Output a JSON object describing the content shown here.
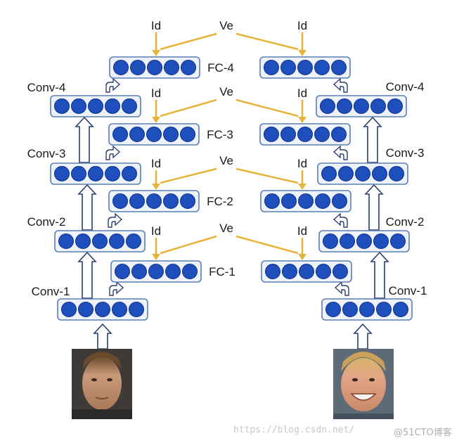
{
  "colors": {
    "node": "#1f4fbd",
    "node_stroke": "#0e2f86",
    "box_stroke": "#5a7fb5",
    "box_fill": "#eef3fb",
    "yellow": "#e8b33a",
    "arrow_stroke": "#2a3f6e",
    "label": "#1a1a1a"
  },
  "icons": {
    "up_arrow": "hollow-up-arrow-icon",
    "curved_arrow": "hollow-curved-arrow-icon"
  },
  "labels": {
    "id": "Id",
    "ve": "Ve",
    "fc": [
      "FC-1",
      "FC-2",
      "FC-3",
      "FC-4"
    ],
    "conv": [
      "Conv-1",
      "Conv-2",
      "Conv-3",
      "Conv-4"
    ]
  },
  "watermark": {
    "url": "https://blog.csdn.net/",
    "brand": "@51CTO博客"
  },
  "photos": [
    "left-face-photo",
    "right-face-photo"
  ]
}
